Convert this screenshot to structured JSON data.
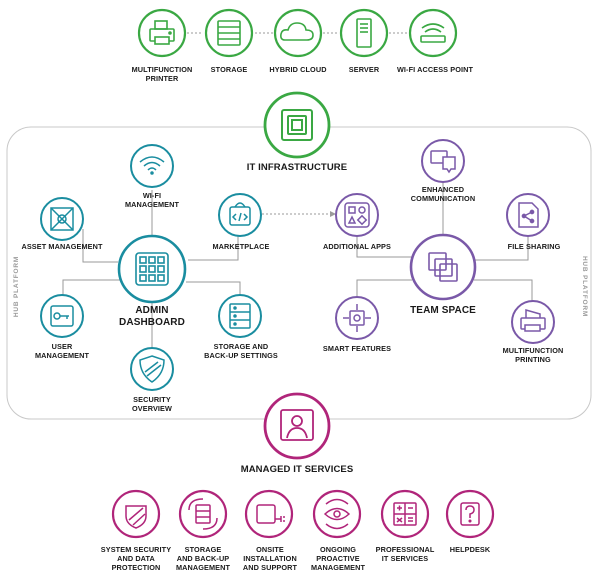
{
  "colors": {
    "green": "#3aa843",
    "teal": "#1a8da0",
    "purple": "#7a59a8",
    "magenta": "#b0257a",
    "line": "#9a9a9a"
  },
  "top_row": [
    {
      "label": "MULTIFUNCTION\nPRINTER",
      "icon": "printer-icon"
    },
    {
      "label": "STORAGE",
      "icon": "storage-icon"
    },
    {
      "label": "HYBRID CLOUD",
      "icon": "cloud-icon"
    },
    {
      "label": "SERVER",
      "icon": "server-icon"
    },
    {
      "label": "WI-FI ACCESS POINT",
      "icon": "router-icon"
    }
  ],
  "it_infrastructure": {
    "label": "IT INFRASTRUCTURE",
    "icon": "infrastructure-icon"
  },
  "hub_platform_left": "HUB PLATFORM",
  "hub_platform_right": "HUB PLATFORM",
  "admin": {
    "hub": {
      "label": "ADMIN\nDASHBOARD",
      "icon": "dashboard-grid-icon"
    },
    "spokes": [
      {
        "label": "WI-FI\nMANAGEMENT",
        "icon": "wifi-icon"
      },
      {
        "label": "ASSET MANAGEMENT",
        "icon": "asset-icon"
      },
      {
        "label": "MARKETPLACE",
        "icon": "marketplace-bag-icon"
      },
      {
        "label": "USER\nMANAGEMENT",
        "icon": "user-key-icon"
      },
      {
        "label": "STORAGE AND\nBACK-UP SETTINGS",
        "icon": "storage-settings-icon"
      },
      {
        "label": "SECURITY\nOVERVIEW",
        "icon": "shield-icon"
      }
    ]
  },
  "team": {
    "hub": {
      "label": "TEAM SPACE",
      "icon": "team-space-icon"
    },
    "spokes": [
      {
        "label": "ENHANCED\nCOMMUNICATION",
        "icon": "chat-icon"
      },
      {
        "label": "ADDITIONAL APPS",
        "icon": "apps-icon"
      },
      {
        "label": "FILE SHARING",
        "icon": "file-share-icon"
      },
      {
        "label": "SMART FEATURES",
        "icon": "smart-chip-icon"
      },
      {
        "label": "MULTIFUNCTION\nPRINTING",
        "icon": "printing-icon"
      }
    ]
  },
  "managed": {
    "label": "MANAGED IT SERVICES",
    "icon": "person-monitor-icon"
  },
  "bottom_row": [
    {
      "label": "SYSTEM SECURITY\nAND DATA\nPROTECTION",
      "icon": "security-shield-icon"
    },
    {
      "label": "STORAGE\nAND BACK-UP\nMANAGEMENT",
      "icon": "backup-icon"
    },
    {
      "label": "ONSITE\nINSTALLATION\nAND SUPPORT",
      "icon": "install-plug-icon"
    },
    {
      "label": "ONGOING\nPROACTIVE\nMANAGEMENT",
      "icon": "eye-refresh-icon"
    },
    {
      "label": "PROFESSIONAL\nIT SERVICES",
      "icon": "calculator-icon"
    },
    {
      "label": "HELPDESK",
      "icon": "question-icon"
    }
  ]
}
